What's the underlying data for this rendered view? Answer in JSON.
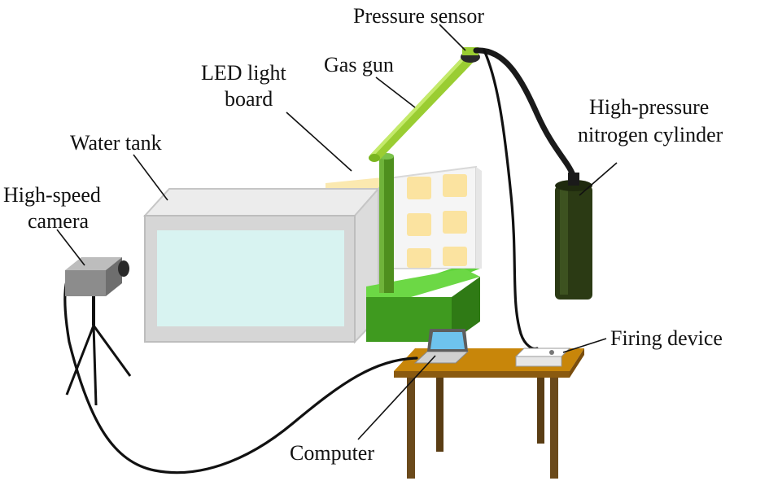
{
  "labels": {
    "pressure_sensor": "Pressure sensor",
    "gas_gun": "Gas gun",
    "led_line1": "LED light",
    "led_line2": "board",
    "water_tank": "Water tank",
    "camera_line1": "High-speed",
    "camera_line2": "camera",
    "cylinder_line1": "High-pressure",
    "cylinder_line2": "nitrogen cylinder",
    "firing_device": "Firing device",
    "computer": "Computer"
  },
  "colors": {
    "gun": "#9acd32",
    "support_post": "#4e8f1e",
    "base_block": "#3f9a1f",
    "tank_frame": "#d3d3d3",
    "tank_water": "#d8f3f1",
    "led_panel": "#fbe9b0",
    "cylinder": "#2b3a14",
    "table_top": "#c8860a",
    "table_legs": "#6b4a1b",
    "camera_body": "#8c8c8c",
    "laptop_screen": "#6ec3ee",
    "firing_box": "#f2f2f2"
  }
}
